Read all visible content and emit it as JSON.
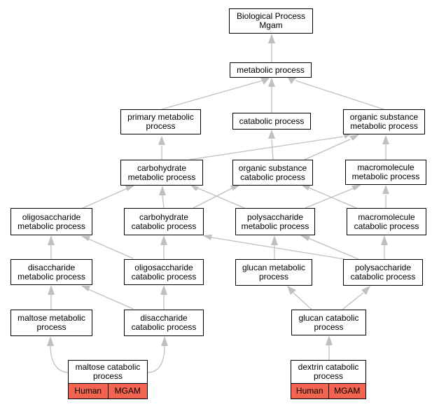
{
  "colors": {
    "edge": "#c0c0c0",
    "arrowhead": "#c0c0c0",
    "tag_fill": "#f26450",
    "node_border": "#000000"
  },
  "nodes": {
    "bp": "Biological Process\nMgam",
    "metabolic": "metabolic process",
    "primary": "primary metabolic\nprocess",
    "catabolic": "catabolic process",
    "organic_met": "organic substance\nmetabolic process",
    "carb_met": "carbohydrate\nmetabolic process",
    "organic_cat": "organic substance\ncatabolic process",
    "macro_met": "macromolecule\nmetabolic process",
    "oligo_met": "oligosaccharide\nmetabolic process",
    "carb_cat": "carbohydrate\ncatabolic process",
    "poly_met": "polysaccharide\nmetabolic process",
    "macro_cat": "macromolecule\ncatabolic process",
    "di_met": "disaccharide\nmetabolic process",
    "oligo_cat": "oligosaccharide\ncatabolic process",
    "glucan_met": "glucan metabolic\nprocess",
    "poly_cat": "polysaccharide\ncatabolic process",
    "maltose_met": "maltose metabolic\nprocess",
    "di_cat": "disaccharide\ncatabolic process",
    "glucan_cat": "glucan catabolic\nprocess"
  },
  "leaves": {
    "maltose_cat": {
      "title": "maltose catabolic\nprocess",
      "species": "Human",
      "gene": "MGAM"
    },
    "dextrin_cat": {
      "title": "dextrin catabolic\nprocess",
      "species": "Human",
      "gene": "MGAM"
    }
  }
}
